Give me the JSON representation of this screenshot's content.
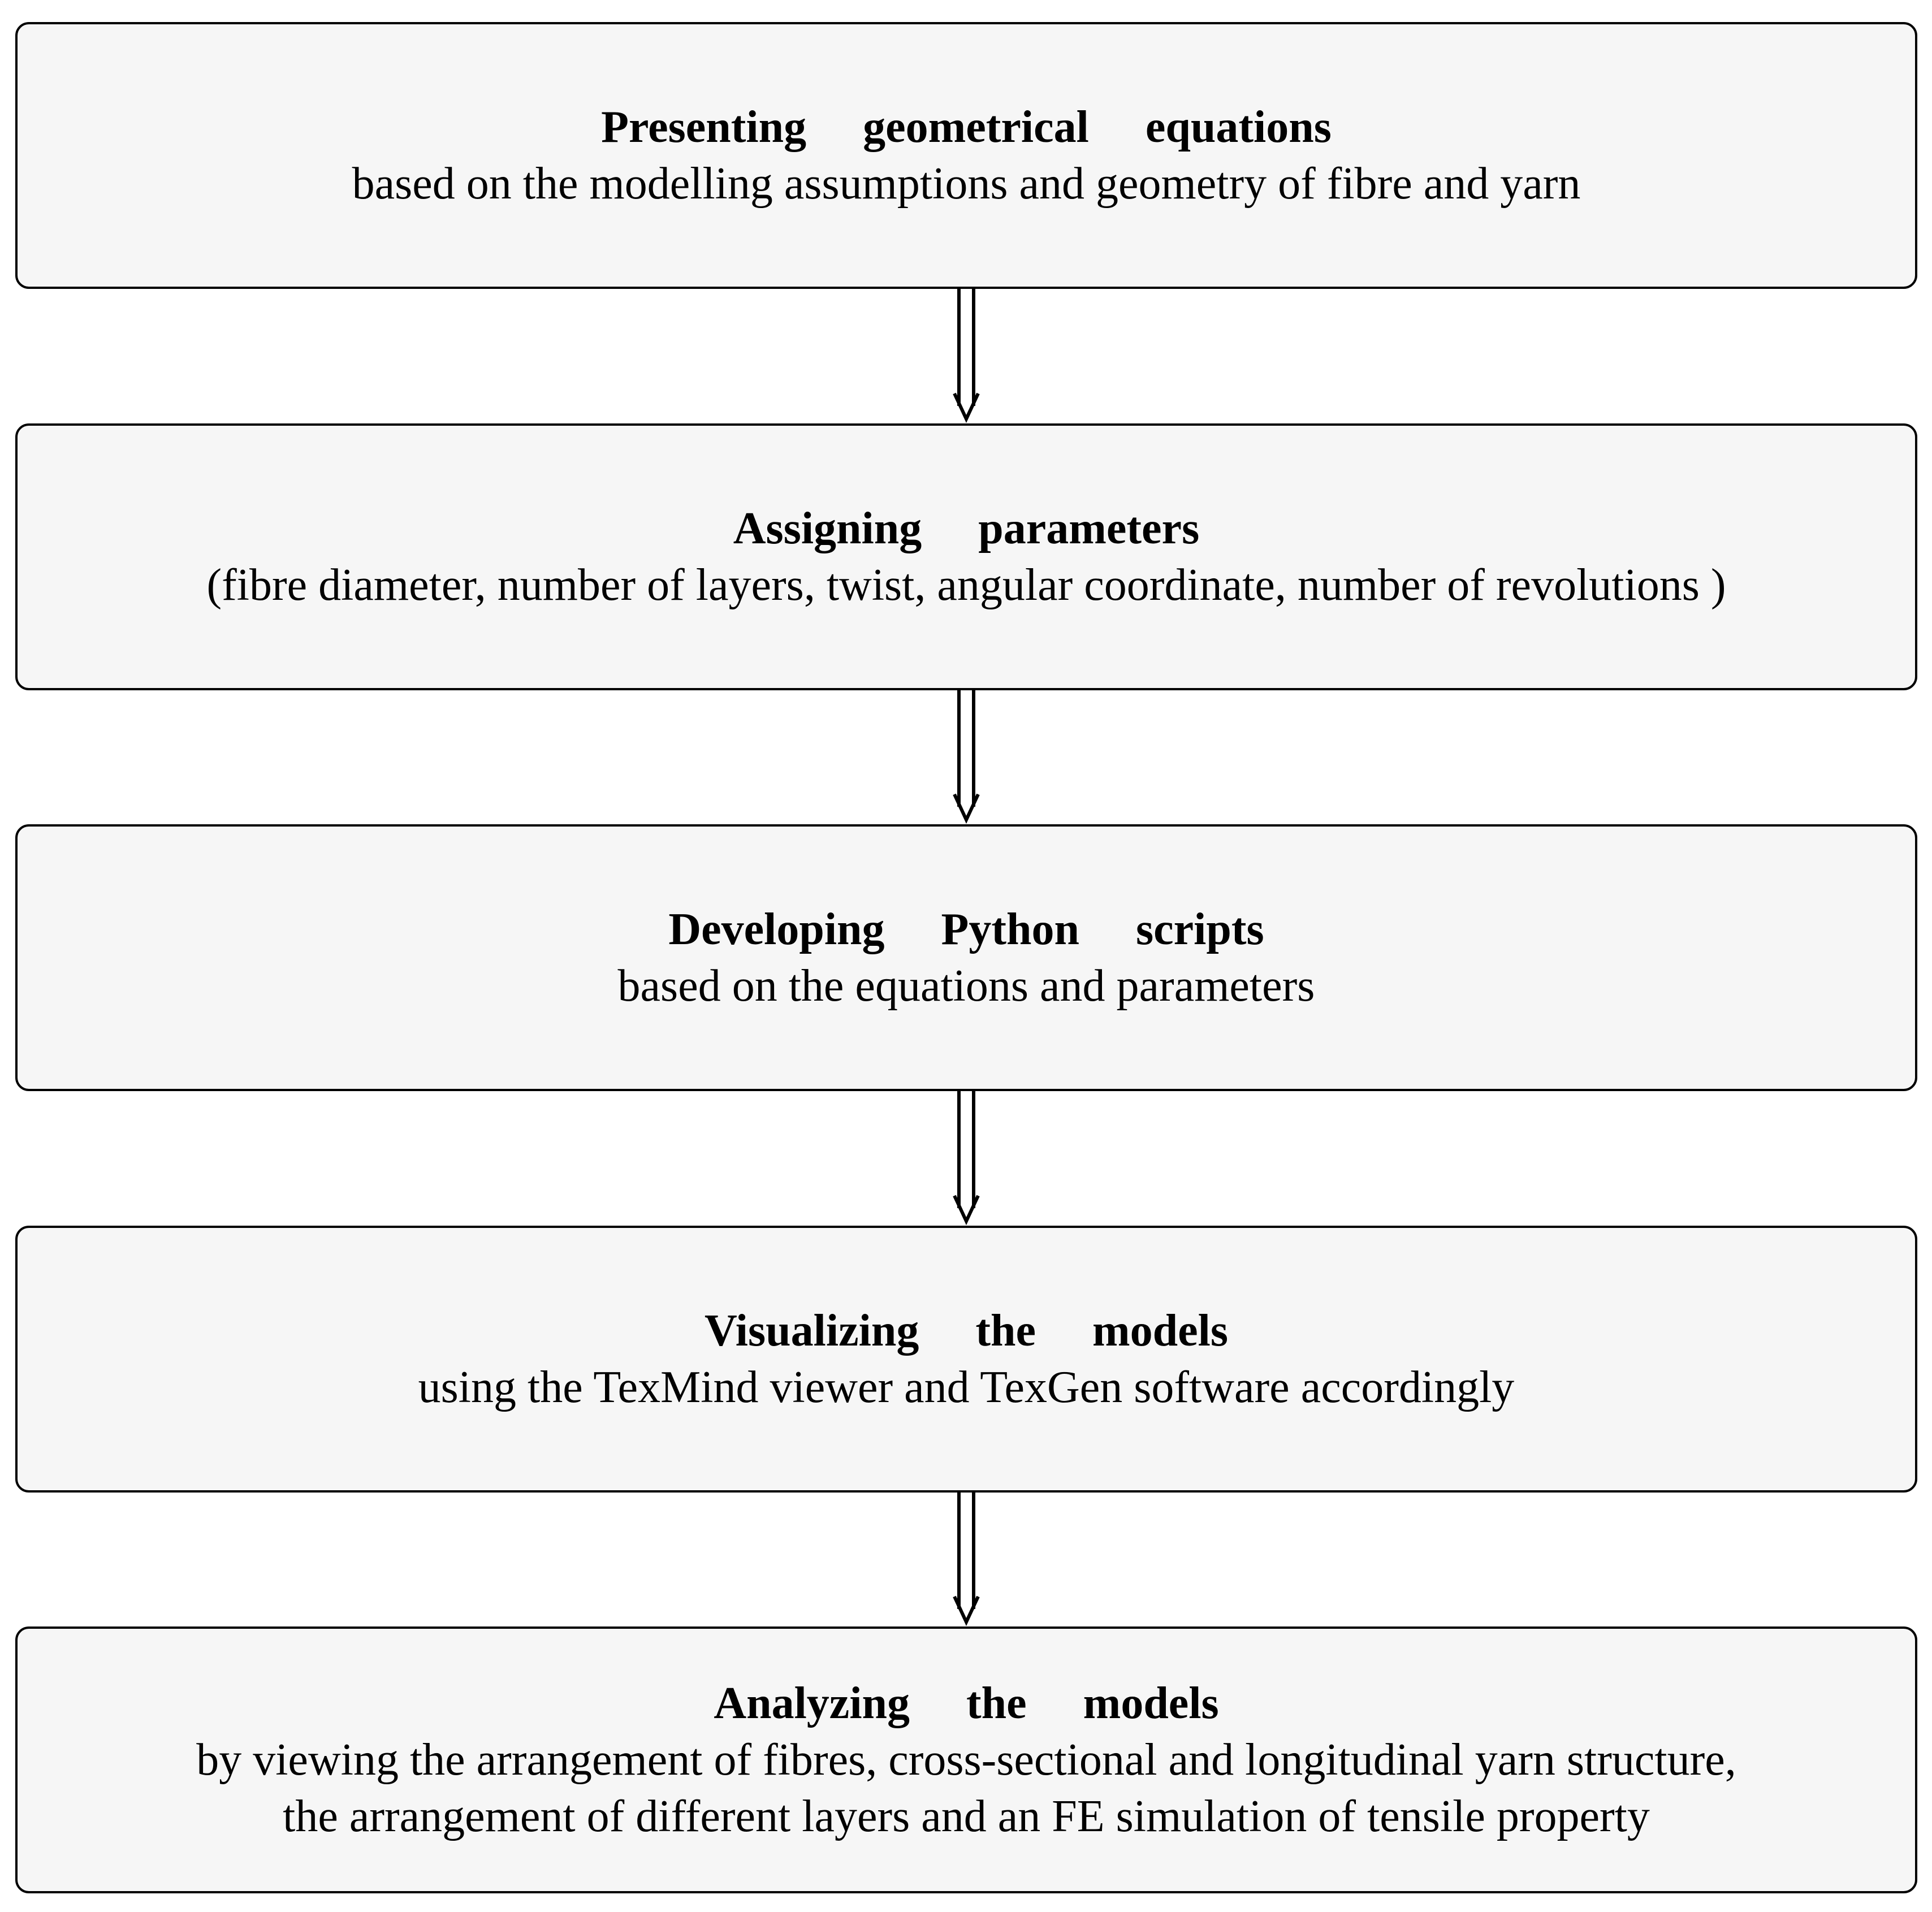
{
  "diagram": {
    "steps": [
      {
        "title": "Presenting geometrical equations",
        "description": "based on the modelling assumptions and geometry of fibre and yarn"
      },
      {
        "title": "Assigning parameters",
        "description": "(fibre diameter, number of layers, twist, angular coordinate, number of revolutions )"
      },
      {
        "title": "Developing Python scripts",
        "description": "based on the equations and parameters"
      },
      {
        "title": "Visualizing the models",
        "description": "using the TexMind viewer and TexGen software accordingly"
      },
      {
        "title": "Analyzing the models",
        "description": "by viewing the arrangement of fibres, cross-sectional and longitudinal yarn structure, the arrangement of different layers and an FE simulation of tensile property"
      }
    ],
    "connector_style": "double-arrow",
    "colors": {
      "box_fill": "#f6f6f6",
      "stroke": "#000000"
    }
  }
}
